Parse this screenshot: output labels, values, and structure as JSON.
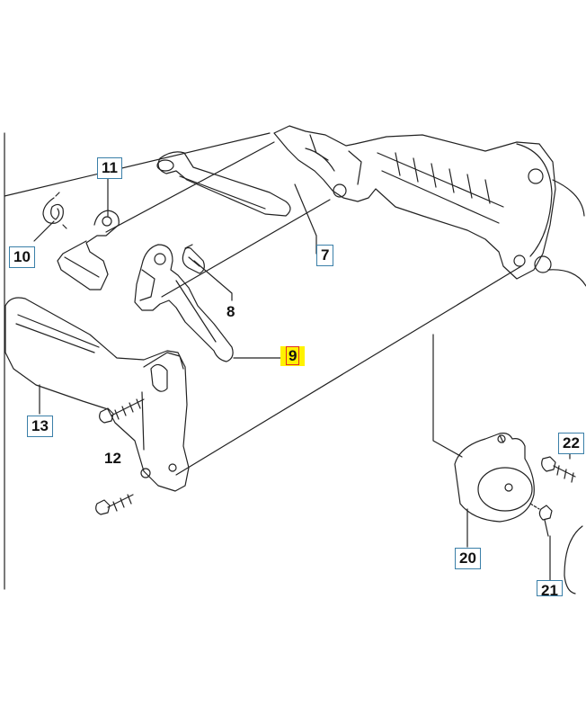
{
  "labels": {
    "p7": "7",
    "p8": "8",
    "p9": "9",
    "p10": "10",
    "p11": "11",
    "p12": "12",
    "p13": "13",
    "p20": "20",
    "p21": "21",
    "p22": "22"
  },
  "highlight_color": "#fff200",
  "highlight_border_color": "#e03020",
  "label_box_color": "#3a7fa8"
}
